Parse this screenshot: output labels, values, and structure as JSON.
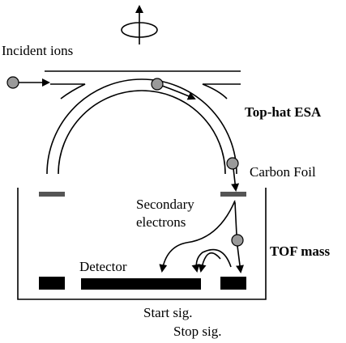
{
  "labels": {
    "incident_ions": "Incident ions",
    "top_hat_esa": "Top-hat ESA",
    "carbon_foil": "Carbon Foil",
    "secondary_line1": "Secondary",
    "secondary_line2": "electrons",
    "tof_mass": "TOF mass",
    "detector": "Detector",
    "start_sig": "Start sig.",
    "stop_sig": "Stop sig."
  },
  "icons": {
    "rotation": "rotation-axis-icon"
  },
  "colors": {
    "particle": "#9a9a9a",
    "foil_plate": "#555555",
    "detector": "#000000"
  }
}
